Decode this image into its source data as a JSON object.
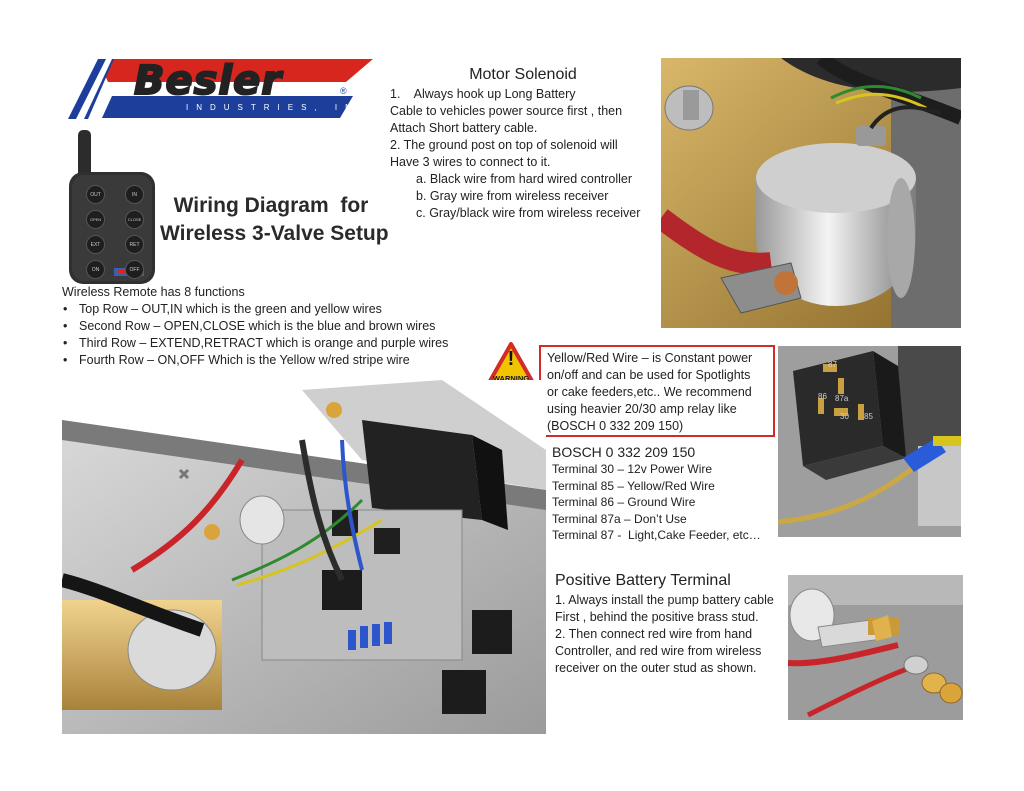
{
  "logo": {
    "brand": "Besler",
    "sub": "INDUSTRIES, INC.",
    "reg": "®"
  },
  "title": {
    "line1": "Wiring Diagram  for",
    "line2": "Wireless 3-Valve Setup"
  },
  "remote": {
    "buttons": [
      [
        "OUT",
        "IN"
      ],
      [
        "OPEN",
        "CLOSE"
      ],
      [
        "EXT",
        "RET"
      ],
      [
        "ON",
        "OFF"
      ]
    ]
  },
  "functions": {
    "heading": "Wireless Remote has 8 functions",
    "items": [
      "Top Row – OUT,IN which is the green and yellow wires",
      "Second Row – OPEN,CLOSE which is the blue and brown wires",
      "Third Row – EXTEND,RETRACT  which is orange and purple wires",
      "Fourth Row – ON,OFF Which is the Yellow w/red stripe wire"
    ]
  },
  "motor_solenoid": {
    "heading": "Motor Solenoid",
    "lines": [
      "1.    Always hook up Long Battery",
      "Cable to vehicles power source first , then",
      "Attach Short battery cable.",
      "2. The ground post on top of solenoid will",
      "Have 3 wires to connect to it."
    ],
    "sub_items": [
      "a. Black wire from hard wired controller",
      "b. Gray wire from wireless receiver",
      "c. Gray/black wire from wireless receiver"
    ]
  },
  "warning": {
    "sign_label": "WARNING",
    "sign_symbol": "!",
    "lines": [
      "Yellow/Red Wire – is Constant power",
      "on/off and can be used for Spotlights",
      "or cake feeders,etc..  We recommend",
      "using heavier 20/30 amp relay like",
      "(BOSCH 0 332 209 150)"
    ]
  },
  "bosch": {
    "heading": "BOSCH 0 332 209 150",
    "lines": [
      "Terminal 30 – 12v Power Wire",
      "Terminal 85 – Yellow/Red Wire",
      "Terminal 86 – Ground Wire",
      "Terminal 87a – Don’t Use",
      "Terminal 87 -  Light,Cake Feeder, etc…"
    ]
  },
  "relay_pins": [
    "87",
    "87a",
    "86",
    "30",
    "85"
  ],
  "positive_terminal": {
    "heading": "Positive Battery Terminal",
    "lines": [
      "1. Always install the pump battery cable",
      "First , behind the positive brass stud.",
      "2. Then connect red wire from hand",
      "Controller, and red wire from wireless",
      "receiver on the outer stud as shown."
    ]
  },
  "colors": {
    "logo_red": "#d7261e",
    "logo_blue": "#1d3f9b",
    "warning_yellow": "#f2c400",
    "warning_red": "#d32a2a",
    "copper": "#c8a05a"
  }
}
